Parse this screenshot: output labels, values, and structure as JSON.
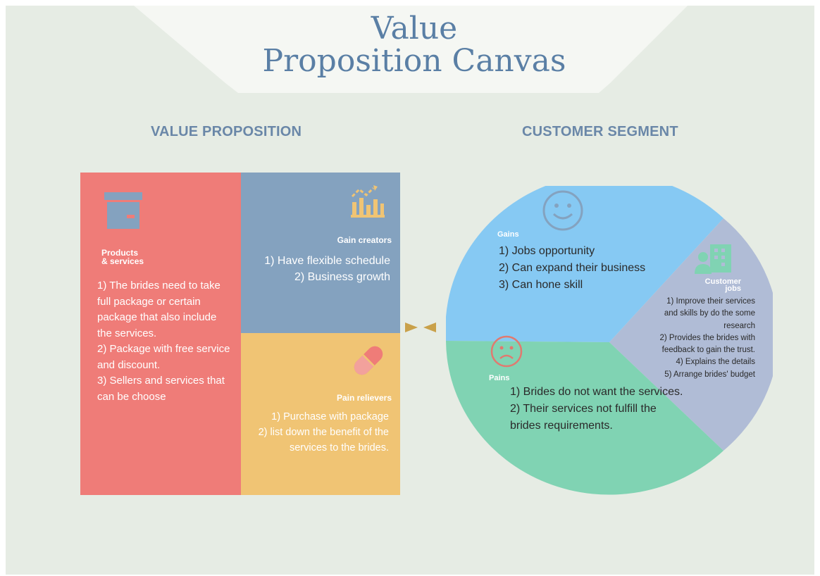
{
  "title": "Value\nProposition Canvas",
  "value_proposition": {
    "heading": "VALUE PROPOSITION",
    "products": {
      "icon": "archive-box-icon",
      "title": "Products\n& services",
      "text": "1) The brides need to take full package or certain package that also include the services.\n2) Package with free service and discount.\n3) Sellers and services that can be choose"
    },
    "gain_creators": {
      "icon": "bar-chart-icon",
      "title": "Gain creators",
      "text": "1) Have flexible schedule\n2) Business growth"
    },
    "pain_relievers": {
      "icon": "pill-icon",
      "title": "Pain relievers",
      "text": "1) Purchase with package\n2) list down the benefit of the services to the brides."
    }
  },
  "customer_segment": {
    "heading": "CUSTOMER SEGMENT",
    "gains": {
      "icon": "smile-icon",
      "title": "Gains",
      "text": "1) Jobs opportunity\n2) Can expand their business\n3) Can hone skill"
    },
    "pains": {
      "icon": "frown-icon",
      "title": "Pains",
      "text": "1) Brides do not want the services.\n2) Their services not fulfill the brides requirements."
    },
    "customer_jobs": {
      "icon": "worker-building-icon",
      "title": "Customer\njobs",
      "text": "1) Improve their services and skills by do the some research\n2) Provides the brides with feedback to gain the trust.\n4) Explains the details\n5) Arrange brides' budget"
    }
  },
  "colors": {
    "background": "#e6ece4",
    "banner": "#f5f7f3",
    "title": "#5a7fa5",
    "heading": "#6a87a8",
    "products": "#ef7c78",
    "gain_creators": "#84a2bf",
    "pain_relievers": "#f0c474",
    "gains": "#86c9f3",
    "pains": "#80d3b3",
    "customer_jobs": "#b0bcd6",
    "connector": "#c9a14a"
  }
}
